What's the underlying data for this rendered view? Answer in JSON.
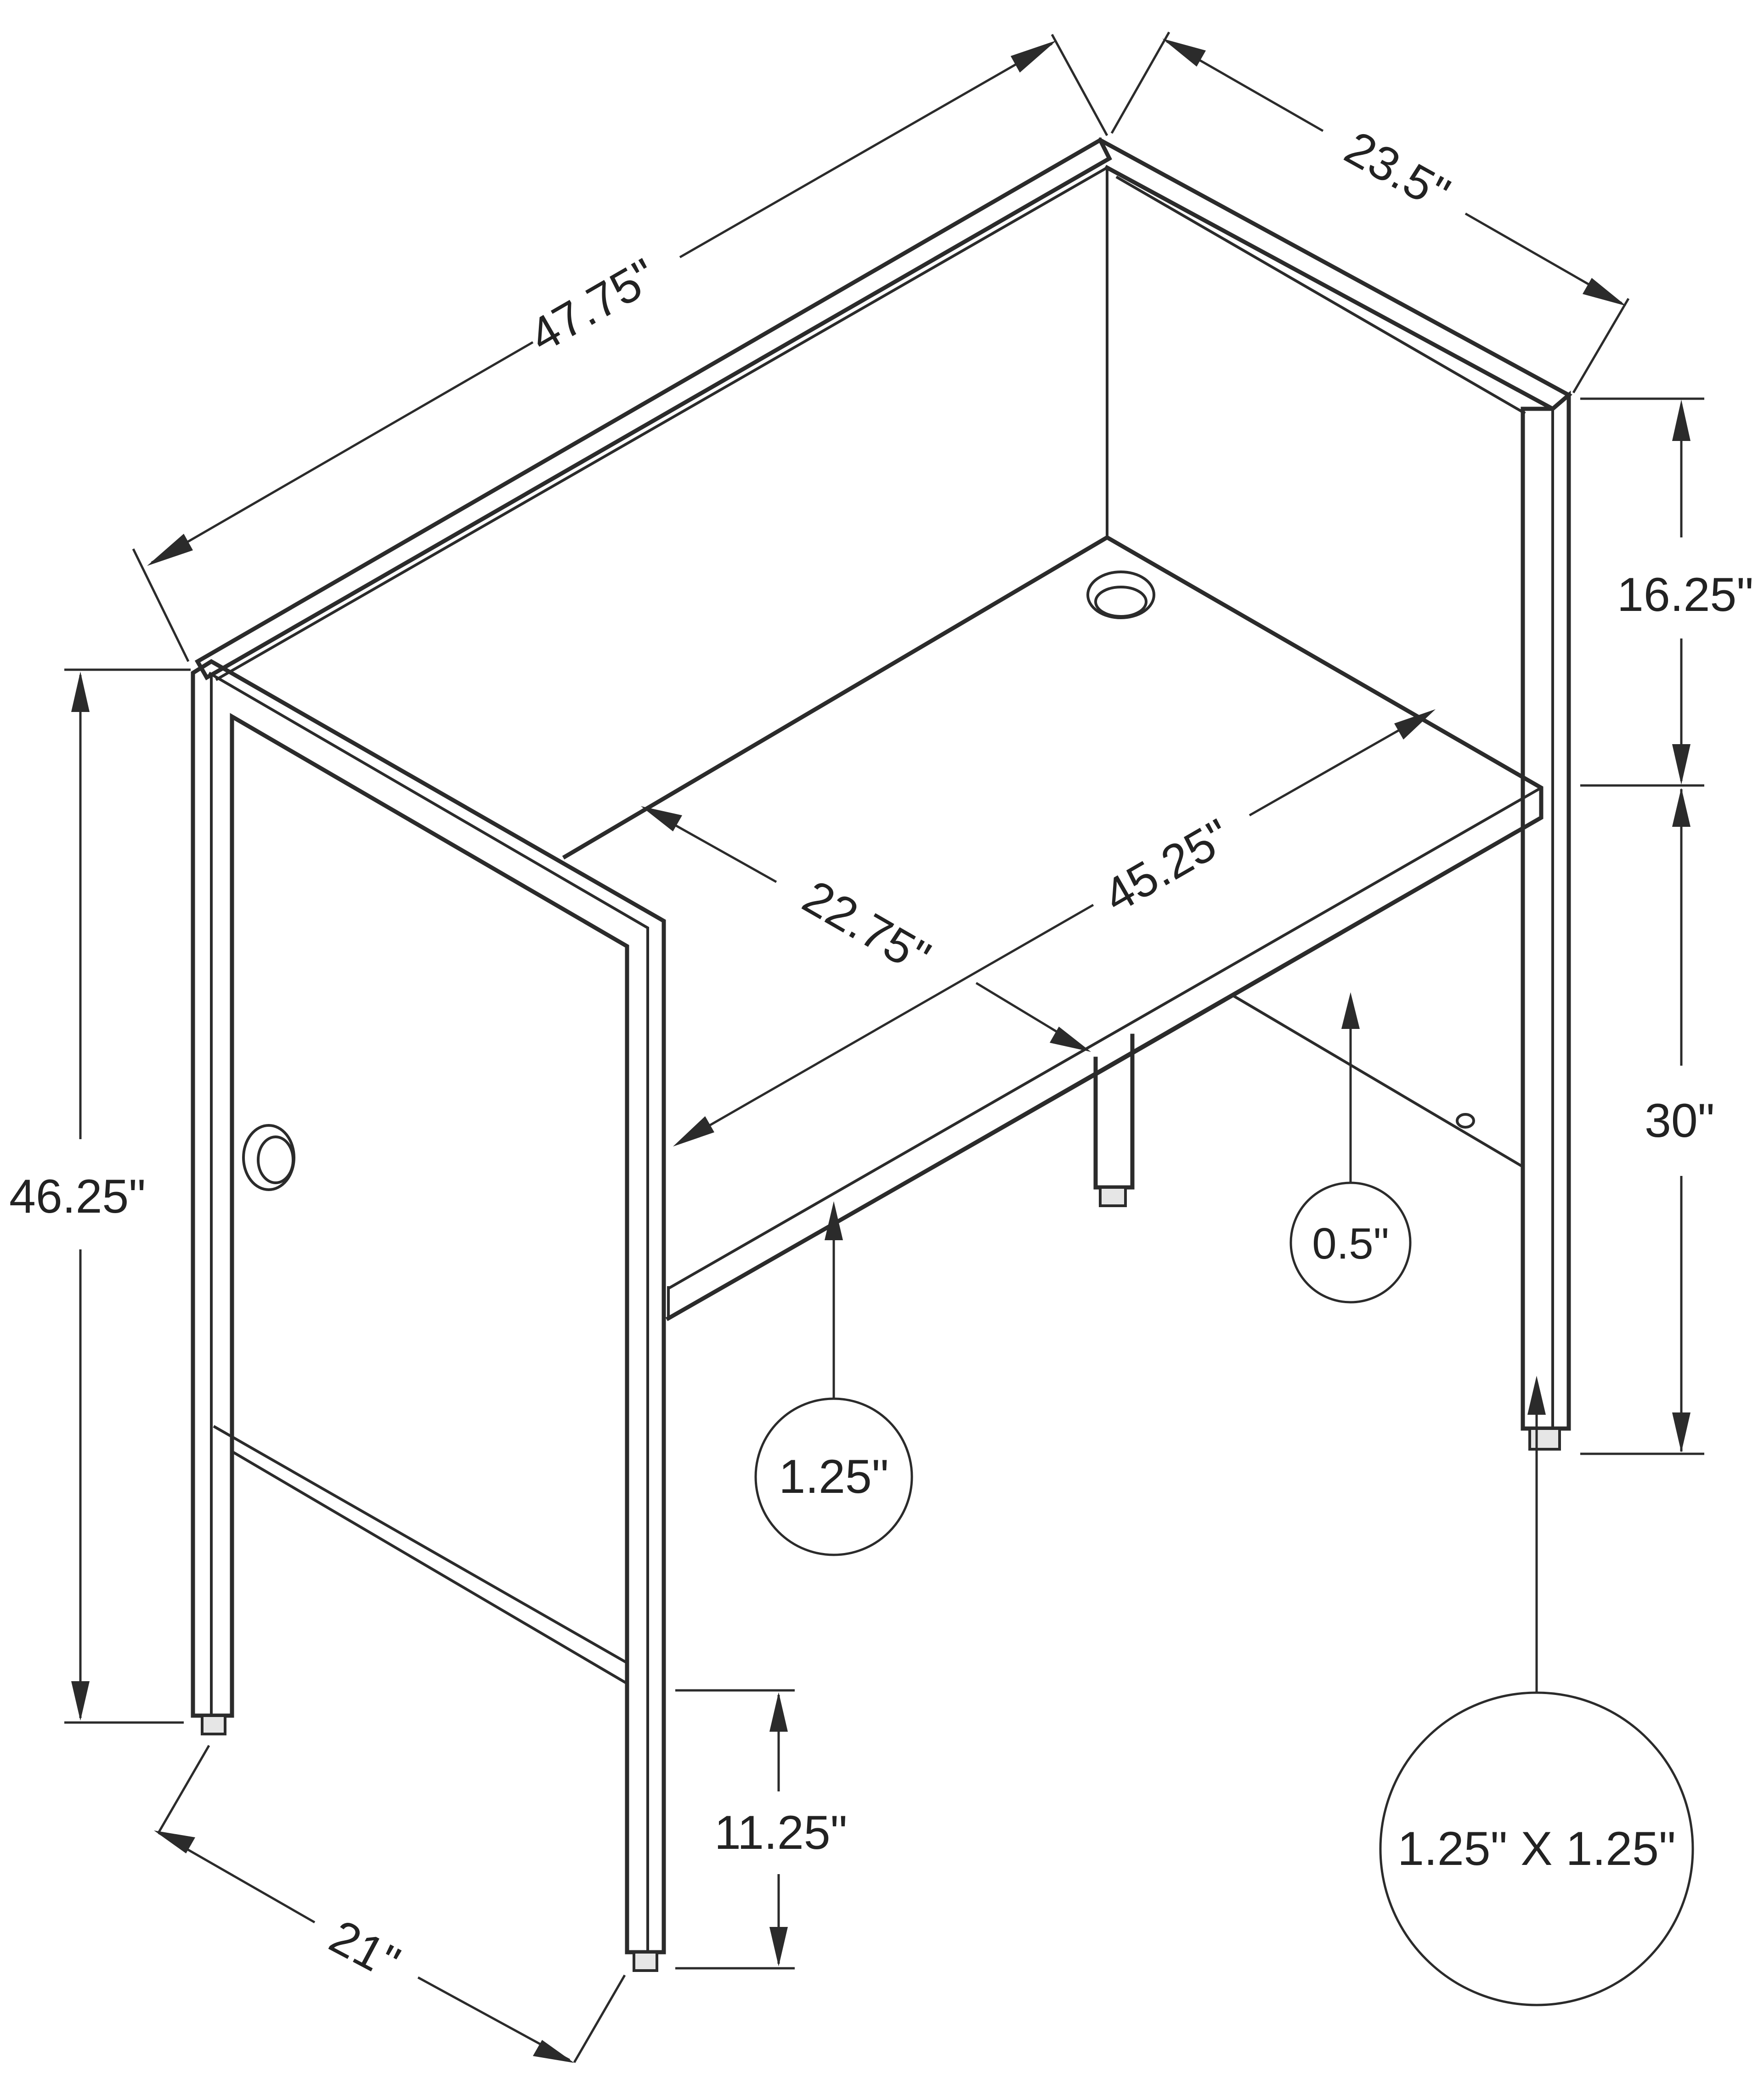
{
  "dimensions": {
    "overall_width": "47.75\"",
    "overall_depth": "23.5\"",
    "upper_panel_height": "16.25\"",
    "desk_height": "30\"",
    "overall_height": "46.25\"",
    "desktop_depth": "22.75\"",
    "desktop_width": "45.25\"",
    "side_depth": "21\"",
    "bottom_rail_height": "11.25\""
  },
  "callouts": {
    "desk_thickness": "0.5\"",
    "frame_thickness": "1.25\"",
    "leg_size": "1.25\" X 1.25\""
  },
  "colors": {
    "line": "#2b2b2b",
    "background": "#ffffff"
  }
}
